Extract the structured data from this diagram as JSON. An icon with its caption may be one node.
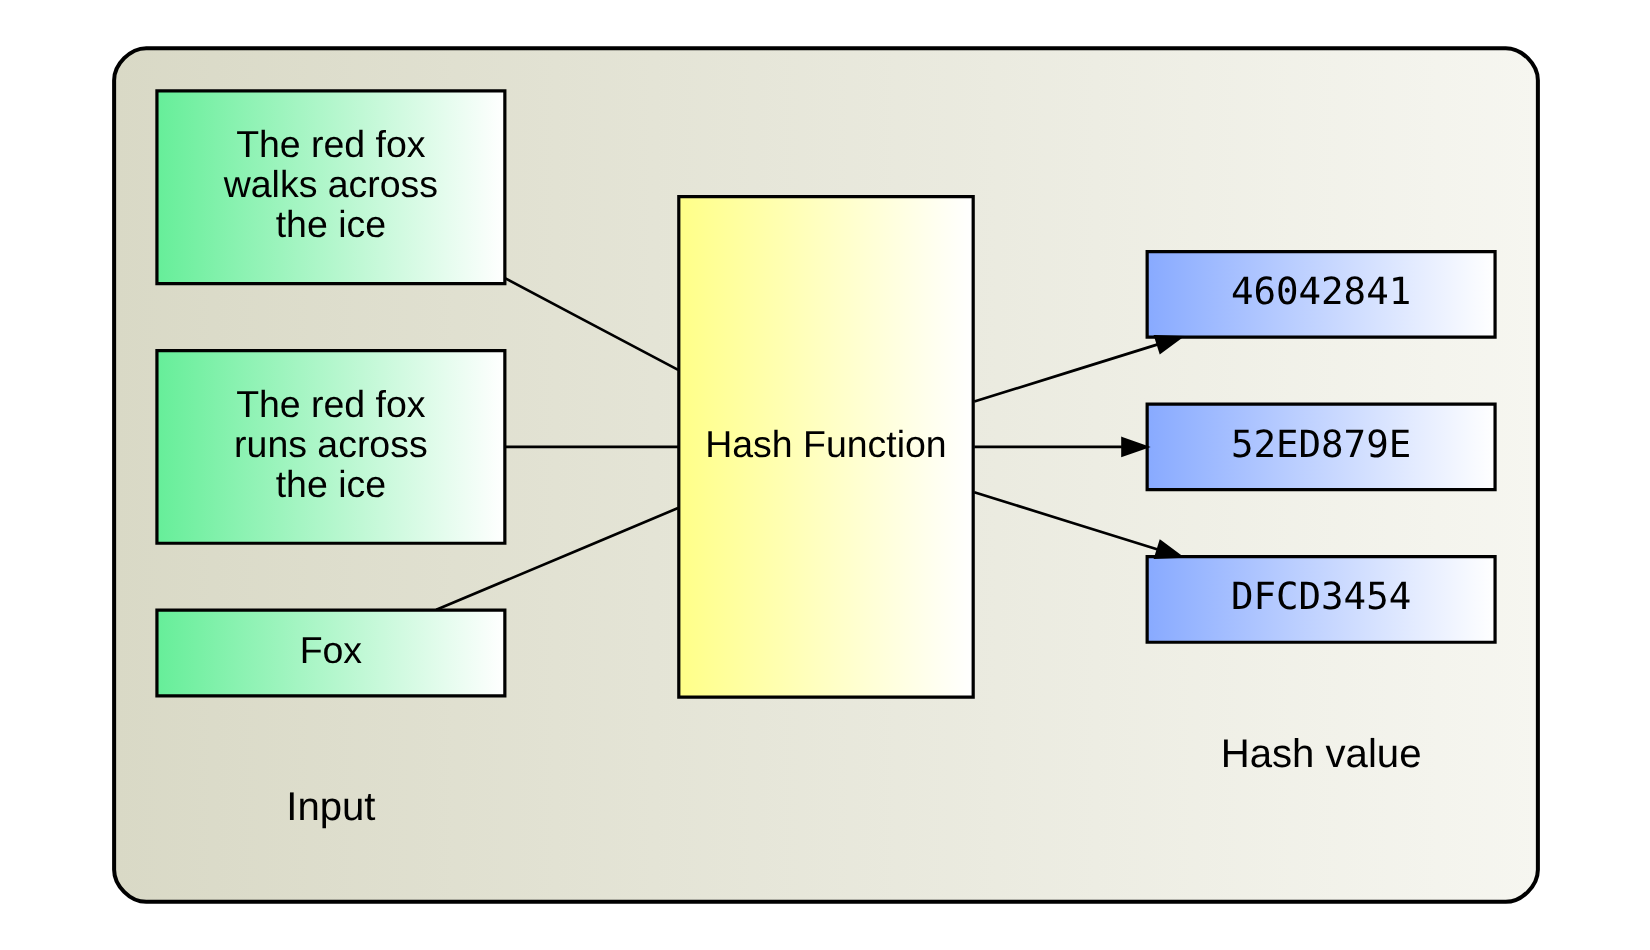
{
  "diagram": {
    "nodes": [
      {
        "text": [],
        "shape": "box"
      },
      {
        "text": [
          "Fox"
        ],
        "in": 0
      },
      {
        "text": [
          "The red fox runs across the ice"
        ],
        "in": 0
      },
      {
        "text": [
          "The red fox walks across the ice"
        ],
        "in": 0
      },
      {
        "text": [
          "Hash Function"
        ],
        "in": 0
      },
      {
        "text": [
          "DFCD3454"
        ],
        "in": 0
      },
      {
        "text": [
          "52ED879E"
        ],
        "in": 0
      },
      {
        "text": [
          "46042841"
        ],
        "in": 0
      }
    ],
    "edges": [
      {
        "from": 1,
        "to": 4,
        "arrow": "none"
      },
      {
        "from": 2,
        "to": 4,
        "arrow": "none"
      },
      {
        "from": 3,
        "to": 4,
        "arrow": "none"
      },
      {
        "from": 4,
        "to": 5,
        "arrow": "to"
      },
      {
        "from": 4,
        "to": 6,
        "arrow": "to"
      },
      {
        "from": 4,
        "to": 7,
        "arrow": "to"
      }
    ],
    "labels": [
      "Input",
      "Hash value"
    ]
  }
}
